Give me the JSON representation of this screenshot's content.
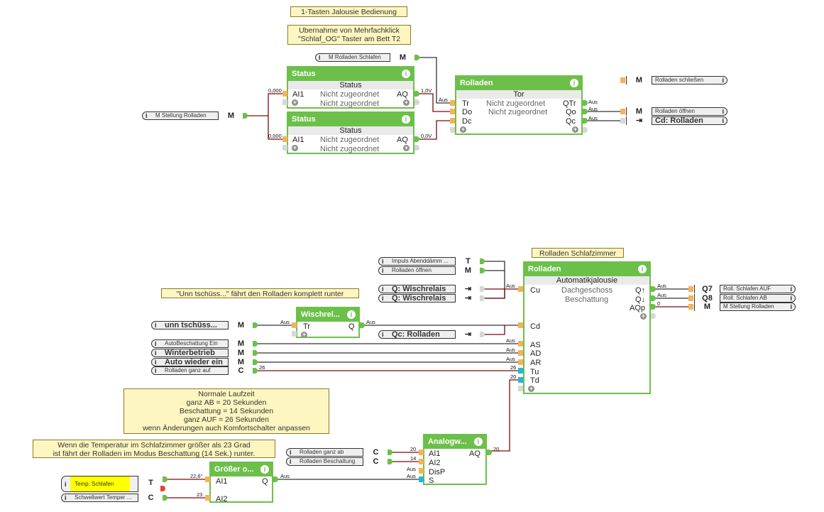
{
  "notes": {
    "title": "1-Tasten Jalousie Bedienung",
    "uebernahme": "Ubernahme von Mehrfachklick\n\"Schlaf_OG\" Taster am Bett T2",
    "schlafzimmer": "Rolladen Schlafzimmer",
    "unn": "\"Unn tschüss...\" fährt den Rolladen komplett runter",
    "laufzeit": "Normale Laufzeit\nganz AB = 20 Sekunden\nBeschattung = 14 Sekunden\nganz AUF = 26 Sekunden\nwenn Änderungen auch Komfortschalter anpassen",
    "temperatur": "Wenn die Temperatur im Schlafzimmer größer als 23 Grad\nist fährt der Rolladen im Modus Beschattung (14 Sek.) runter."
  },
  "blocks": {
    "status1": {
      "title": "Status",
      "sub": "Status",
      "in": "AI1",
      "out": "AQ",
      "text1": "Nicht zugeordnet",
      "text2": "Nicht zugeordnet"
    },
    "status2": {
      "title": "Status",
      "sub": "Status",
      "in": "AI1",
      "out": "AQ",
      "text1": "Nicht zugeordnet",
      "text2": "Nicht zugeordnet"
    },
    "tor": {
      "title": "Rolladen",
      "sub": "Tor",
      "inputs": [
        "Tr",
        "Do",
        "Dc"
      ],
      "outputs": [
        "QTr",
        "Qo",
        "Qc"
      ],
      "text1": "Nicht zugeordnet",
      "text2": "Nicht zugeordnet"
    },
    "jalousie": {
      "title": "Rolladen",
      "sub": "Automatikjalousie",
      "inputs": [
        "Cu",
        "Cd",
        "AS",
        "AD",
        "AR",
        "Tu",
        "Td"
      ],
      "outputs": [
        "Q↑",
        "Q↓",
        "AQp"
      ],
      "text1": "Dachgeschoss",
      "text2": "Beschattung"
    },
    "wisch": {
      "title": "Wischrel...",
      "in": "Tr",
      "out": "Q"
    },
    "analog": {
      "title": "Analogw...",
      "inputs": [
        "AI1",
        "AI2",
        "DisP",
        "S"
      ],
      "out": "AQ"
    },
    "groesser": {
      "title": "Größer o...",
      "inputs": [
        "AI1",
        "AI2"
      ],
      "out": "Q"
    }
  },
  "io": {
    "m_rolladen_schlafen": {
      "label": "M Rolladen Schlafen",
      "type": "M"
    },
    "m_stellung_rolladen": {
      "label": "M Stellung Rolladen",
      "type": "M"
    },
    "rolladen_schliessen": {
      "label": "Rolladen schließen",
      "type": "M"
    },
    "rolladen_oeffnen_out": {
      "label": "Rolladen öffnen",
      "type": "M"
    },
    "cd_rolladen": {
      "label": "Cd: Rolladen",
      "type": "⇥"
    },
    "impuls": {
      "label": "Impuls Abenddämm ...",
      "type": "T"
    },
    "rolladen_oeffnen_in": {
      "label": "Rolladen öffnen",
      "type": "M"
    },
    "q_wisch1": {
      "label": "Q: Wischrelais",
      "type": "⇥"
    },
    "q_wisch2": {
      "label": "Q: Wischrelais",
      "type": "⇥"
    },
    "unn": {
      "label": "unn tschüss...",
      "type": "M"
    },
    "qc_rolladen": {
      "label": "Qc: Rolladen",
      "type": "⇥"
    },
    "autobesch": {
      "label": "AutoBeschattung Ein",
      "type": "M"
    },
    "winter": {
      "label": "Winterbetrieb",
      "type": "M"
    },
    "autowieder": {
      "label": "Auto wieder ein",
      "type": "M"
    },
    "ganzauf": {
      "label": "Rolladen ganz auf",
      "type": "C"
    },
    "q7": {
      "label": "Roll. Schlafen AUF",
      "type": "Q7"
    },
    "q8": {
      "label": "Roll. Schlafen AB",
      "type": "Q8"
    },
    "m_stellung_out": {
      "label": "M Stellung Rolladen",
      "type": "M"
    },
    "ganzab": {
      "label": "Rolladen ganz ab",
      "type": "C"
    },
    "beschattung": {
      "label": "Rolladen Beschattung",
      "type": "C"
    },
    "temp": {
      "label": "Temp. Schlafen",
      "type": "T",
      "highlight": "#ffff00"
    },
    "schwell": {
      "label": "Schwellwert Temper ...",
      "type": "C"
    }
  },
  "wire_labels": {
    "s1_in": "0,000",
    "s2_in": "0,000",
    "s1_out": "1,0V",
    "s2_out": "0,0V",
    "tor_tr": "Aus",
    "tor_qtr": "Aus",
    "tor_qo": "Aus",
    "tor_qc": "Aus",
    "jal_cu": "Aus",
    "wisch_in": "Aus",
    "wisch_out": "Aus",
    "as": "Aus",
    "ad": "Aus",
    "ar": "Aus",
    "tu_src": "26",
    "tu": "26",
    "td": "20",
    "q_up": "Aus",
    "q_down": "Aus",
    "aqp": "0",
    "an_ai1": "20",
    "an_ai2": "14",
    "an_disp": "Aus",
    "an_s": "Aus",
    "an_out": "20",
    "gr_ai1": "22,6°",
    "gr_ai2": "23",
    "gr_out": "Aus"
  },
  "colors": {
    "block_green": "#6cc04a",
    "wire_analog": "#7a0a0a",
    "wire_digital": "#333333",
    "note_bg": "#fdf6c0"
  }
}
